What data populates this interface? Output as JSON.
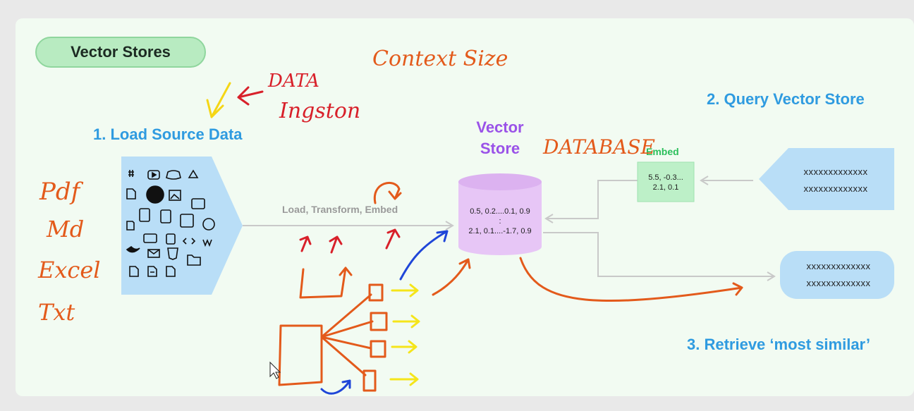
{
  "slide": {
    "title": "Vector Stores",
    "step1_label": "1. Load Source Data",
    "step2_label": "2. Query Vector Store",
    "step3_label": "3. Retrieve ‘most similar’",
    "vector_store_label_line1": "Vector",
    "vector_store_label_line2": "Store",
    "pipeline_label": "Load, Transform, Embed",
    "embed_label": "Embed",
    "embed_values_line1": "5.5, -0.3...",
    "embed_values_line2": "2.1, 0.1",
    "db_values_line1": "0.5, 0.2....0.1, 0.9",
    "db_values_line2": ":",
    "db_values_line3": "2.1, 0.1....-1.7, 0.9",
    "query_text_line1": "xxxxxxxxxxxxx",
    "query_text_line2": "xxxxxxxxxxxxx",
    "result_text_line1": "xxxxxxxxxxxxx",
    "result_text_line2": "xxxxxxxxxxxxx",
    "source_icons": [
      "slack-icon",
      "youtube-icon",
      "discord-icon",
      "google-drive-icon",
      "file-icon",
      "github-icon",
      "image-icon",
      "csv-icon",
      "docx-icon",
      "json-icon",
      "pdf-icon",
      "text-file-icon",
      "txt-icon",
      "ppt-icon",
      "markdown-icon",
      "code-file-icon",
      "html-icon",
      "wikipedia-icon",
      "twitter-icon",
      "email-icon",
      "css-icon",
      "file-lines-icon",
      "folder-icon"
    ],
    "colors": {
      "accent_blue": "#2f9be0",
      "accent_purple": "#9a52e8",
      "accent_green": "#2bbf5b",
      "db_fill": "#e7c6f6",
      "source_fill": "#b9def7"
    }
  },
  "annotations": {
    "data": "DATA",
    "ingestion": "Ingston",
    "context_size": "Context Size",
    "database": "DATABASE",
    "formats": [
      "Pdf",
      "Md",
      "Excel",
      "Txt"
    ]
  }
}
